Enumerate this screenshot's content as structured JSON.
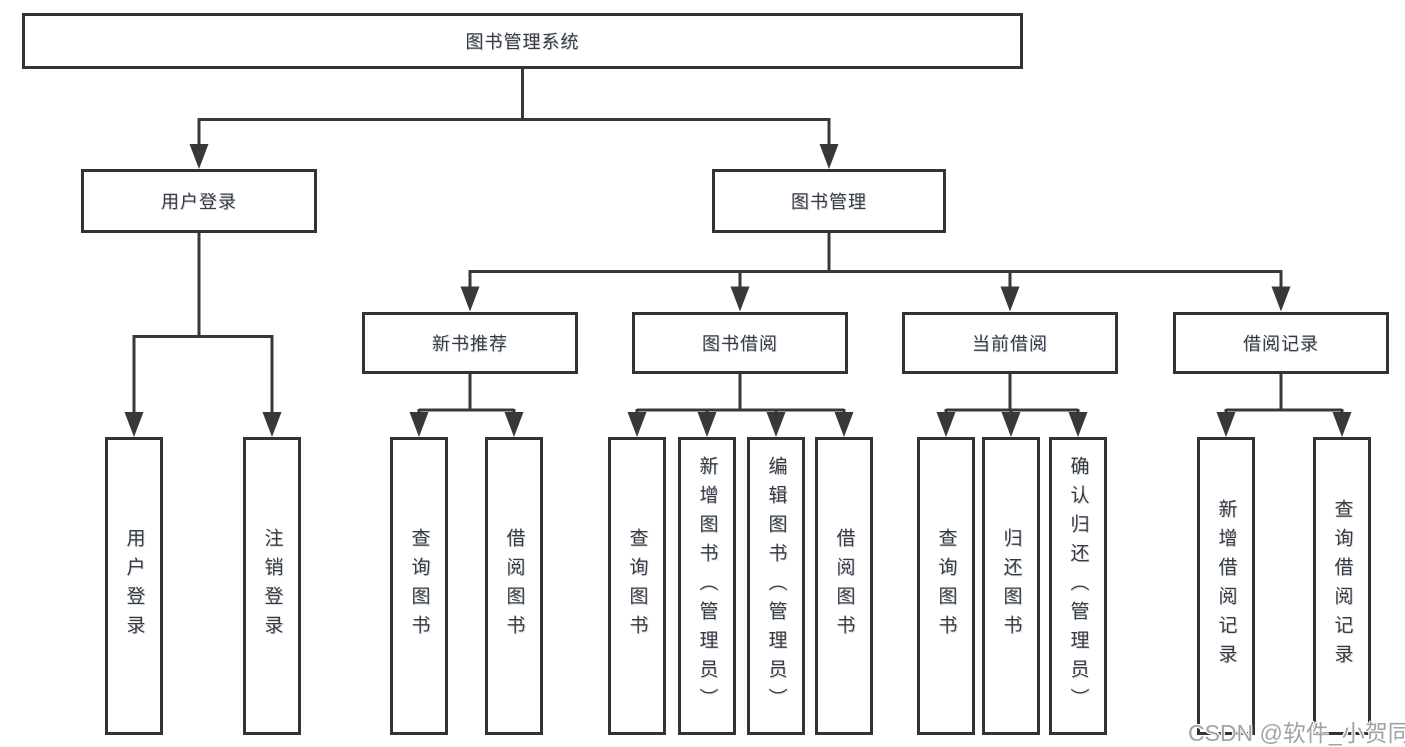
{
  "diagram": {
    "root": {
      "label": "图书管理系统"
    },
    "branches": [
      {
        "label": "用户登录",
        "children": [
          {
            "label": "用户登录"
          },
          {
            "label": "注销登录"
          }
        ]
      },
      {
        "label": "图书管理",
        "children": [
          {
            "label": "新书推荐",
            "children": [
              {
                "label": "查询图书"
              },
              {
                "label": "借阅图书"
              }
            ]
          },
          {
            "label": "图书借阅",
            "children": [
              {
                "label": "查询图书"
              },
              {
                "label": "新增图书（管理员）"
              },
              {
                "label": "编辑图书（管理员）"
              },
              {
                "label": "借阅图书"
              }
            ]
          },
          {
            "label": "当前借阅",
            "children": [
              {
                "label": "查询图书"
              },
              {
                "label": "归还图书"
              },
              {
                "label": "确认归还（管理员）"
              }
            ]
          },
          {
            "label": "借阅记录",
            "children": [
              {
                "label": "新增借阅记录"
              },
              {
                "label": "查询借阅记录"
              }
            ]
          }
        ]
      }
    ],
    "watermark": "CSDN @软件_小贺同学",
    "colors": {
      "line": "#383838",
      "box_border": "#333333",
      "text": "#3a3a3a",
      "background": "#ffffff",
      "watermark_text": "#a3a3a3"
    }
  }
}
